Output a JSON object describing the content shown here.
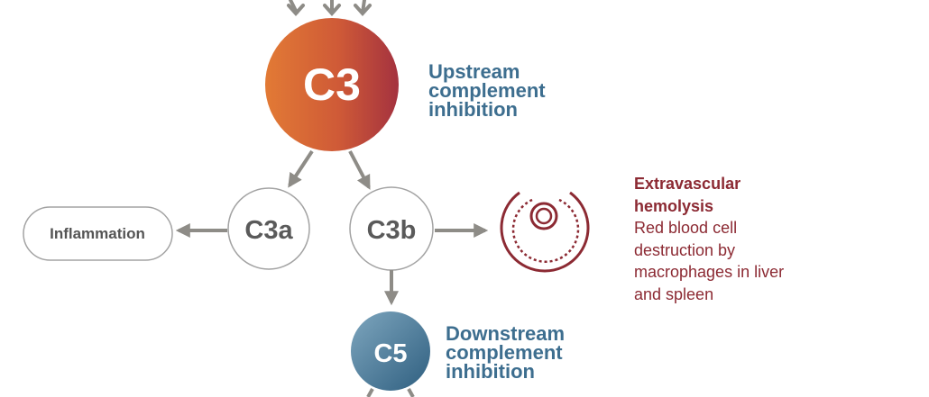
{
  "nodes": {
    "c3": "C3",
    "c3a": "C3a",
    "c3b": "C3b",
    "c5": "C5",
    "inflammation": "Inflammation"
  },
  "annotations": {
    "upstream": [
      "Upstream",
      "complement",
      "inhibition"
    ],
    "downstream": [
      "Downstream",
      "complement",
      "inhibition"
    ],
    "extravascular_title": [
      "Extravascular",
      "hemolysis"
    ],
    "extravascular_body": [
      "Red blood cell",
      "destruction by",
      "macrophages in liver",
      "and spleen"
    ]
  },
  "icons": [
    "arrow-icon",
    "macrophage-engulfing-cell-icon"
  ],
  "colors": {
    "c3_gradient_start": "#e27a35",
    "c3_gradient_end": "#a4323f",
    "c5_gradient_start": "#6f9ab3",
    "c5_gradient_end": "#2f5f80",
    "annotation_blue": "#3d6e8f",
    "annotation_red": "#8c2a33",
    "arrow_gray": "#8e8c87",
    "outline_gray": "#a3a3a3"
  }
}
